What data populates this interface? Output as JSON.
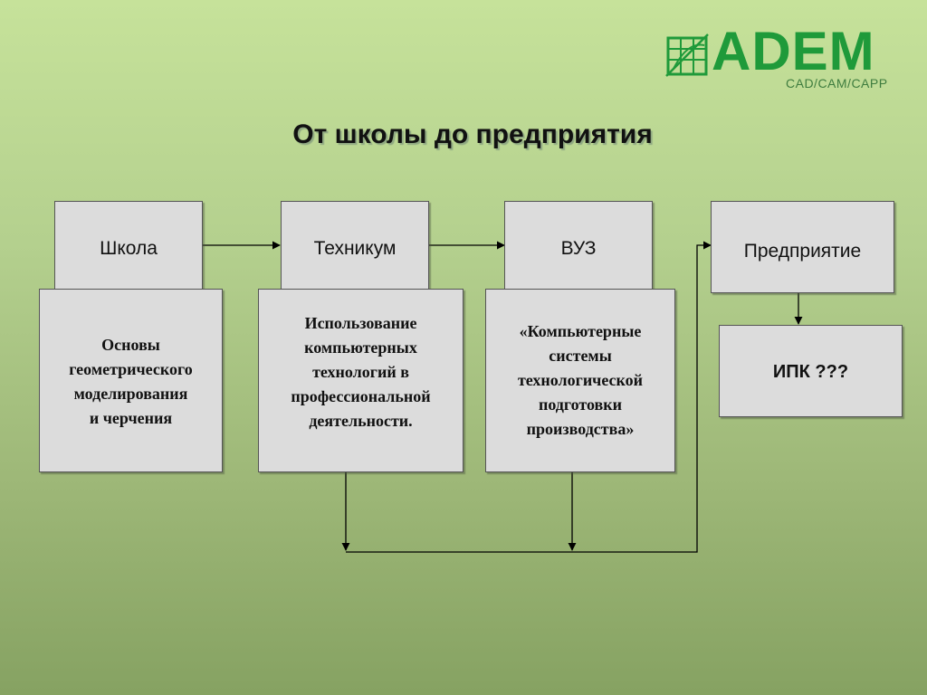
{
  "logo": {
    "name": "ADEM",
    "subtitle": "CAD/CAM/CAPP",
    "icon": "adem-logo-icon"
  },
  "title": "От школы до предприятия",
  "stages": {
    "school": "Школа",
    "technikum": "Техникум",
    "vuz": "ВУЗ",
    "enterprise": "Предприятие",
    "ipk": "ИПК ???"
  },
  "details": {
    "school": [
      "Основы",
      "геометрического",
      "моделирования",
      "и черчения"
    ],
    "technikum": [
      "Использование",
      "компьютерных",
      "технологий в",
      "профессиональной",
      "деятельности."
    ],
    "vuz": [
      "«Компьютерные",
      "системы",
      "технологической",
      "подготовки",
      "производства»"
    ]
  },
  "colors": {
    "box_fill": "#dcdcdc",
    "logo_green": "#1f9a3a",
    "connector": "#000000"
  }
}
